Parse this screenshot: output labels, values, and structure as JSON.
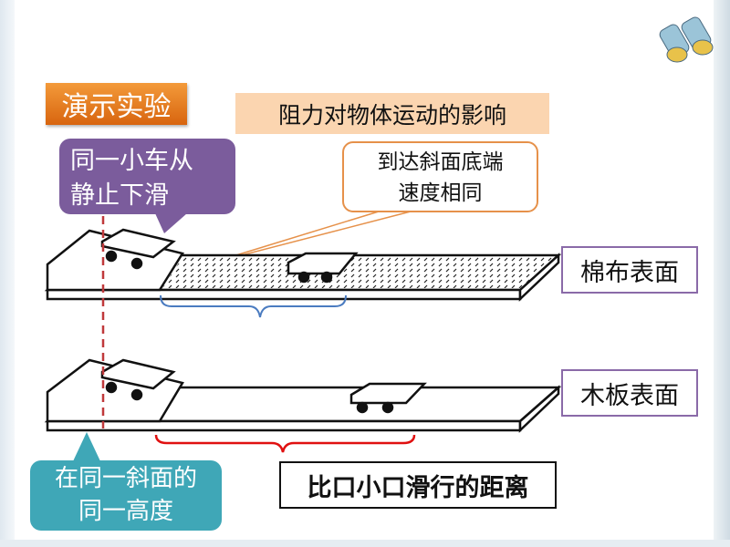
{
  "badge": "演示实验",
  "title": "阻力对物体运动的影响",
  "callouts": {
    "same_cart": [
      "同一小车从",
      "静止下滑"
    ],
    "same_speed": [
      "到达斜面底端",
      "速度相同"
    ],
    "same_height": [
      "在同一斜面的",
      "同一高度"
    ]
  },
  "surfaces": {
    "cloth": "棉布表面",
    "wood": "木板表面"
  },
  "compare_label": "比口小口滑行的距离",
  "colors": {
    "badge": "#e07a1f",
    "title_bg": "#fbd5b0",
    "purple": "#7b5c9c",
    "teal": "#3fa7b7",
    "blue_brace": "#4a7bc0",
    "red_brace": "#e01010",
    "dashed_line": "#c0393b"
  },
  "icons": {
    "top_right": "binoculars-icon"
  }
}
